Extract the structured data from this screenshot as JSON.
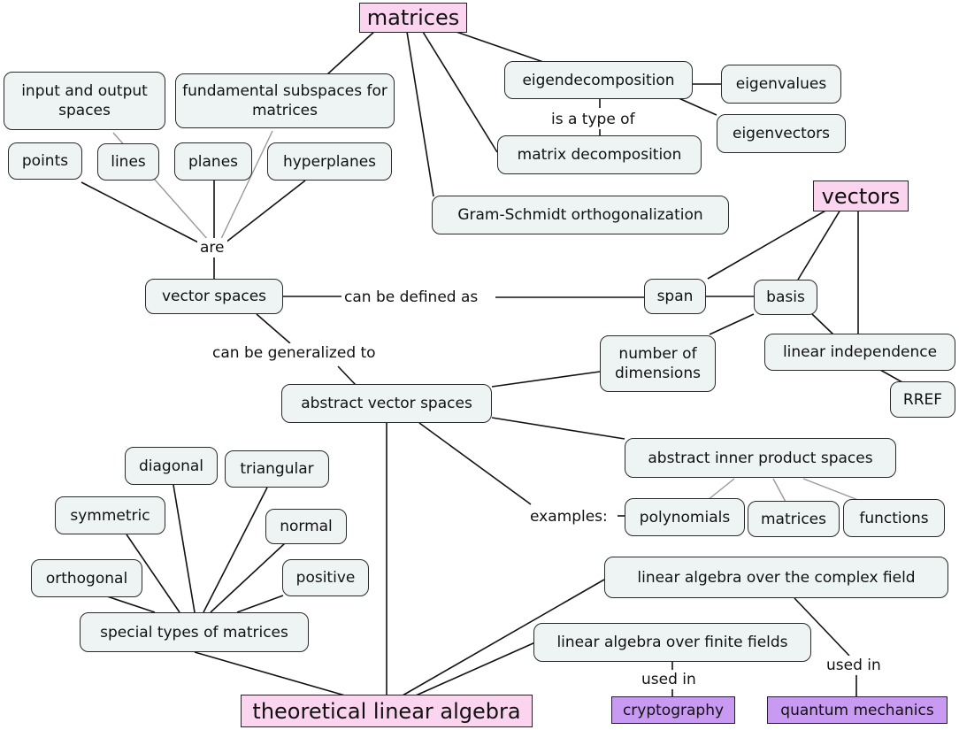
{
  "colors": {
    "root_fill": "#fbd5f0",
    "leaf_fill": "#c99af2",
    "node_fill": "#eef3f3",
    "link_dark": "#111111",
    "link_light": "#999999"
  },
  "roots": {
    "matrices": "matrices",
    "vectors": "vectors",
    "theoretical_linear_algebra": "theoretical linear algebra"
  },
  "nodes": {
    "input_output_spaces": "input and output spaces",
    "fundamental_subspaces": "fundamental subspaces for matrices",
    "points": "points",
    "lines": "lines",
    "planes": "planes",
    "hyperplanes": "hyperplanes",
    "eigendecomposition": "eigendecomposition",
    "eigenvalues": "eigenvalues",
    "eigenvectors": "eigenvectors",
    "matrix_decomposition": "matrix decomposition",
    "gram_schmidt": "Gram-Schmidt orthogonalization",
    "vector_spaces": "vector spaces",
    "span": "span",
    "basis": "basis",
    "number_of_dimensions": "number of dimensions",
    "linear_independence": "linear independence",
    "rref": "RREF",
    "abstract_vector_spaces": "abstract vector spaces",
    "abstract_inner_product_spaces": "abstract inner product spaces",
    "polynomials": "polynomials",
    "matrices_example": "matrices",
    "functions": "functions",
    "diagonal": "diagonal",
    "triangular": "triangular",
    "symmetric": "symmetric",
    "normal": "normal",
    "orthogonal": "orthogonal",
    "positive": "positive",
    "special_types": "special types of matrices",
    "complex_field": "linear algebra over the complex field",
    "finite_fields": "linear algebra over finite fields"
  },
  "leaves": {
    "cryptography": "cryptography",
    "quantum_mechanics": "quantum mechanics"
  },
  "link_labels": {
    "are": "are",
    "can_be_defined_as": "can be defined as",
    "is_a_type_of": "is a type of",
    "can_be_generalized_to": "can be generalized to",
    "examples": "examples:",
    "used_in_crypto": "used in",
    "used_in_quantum": "used in"
  }
}
